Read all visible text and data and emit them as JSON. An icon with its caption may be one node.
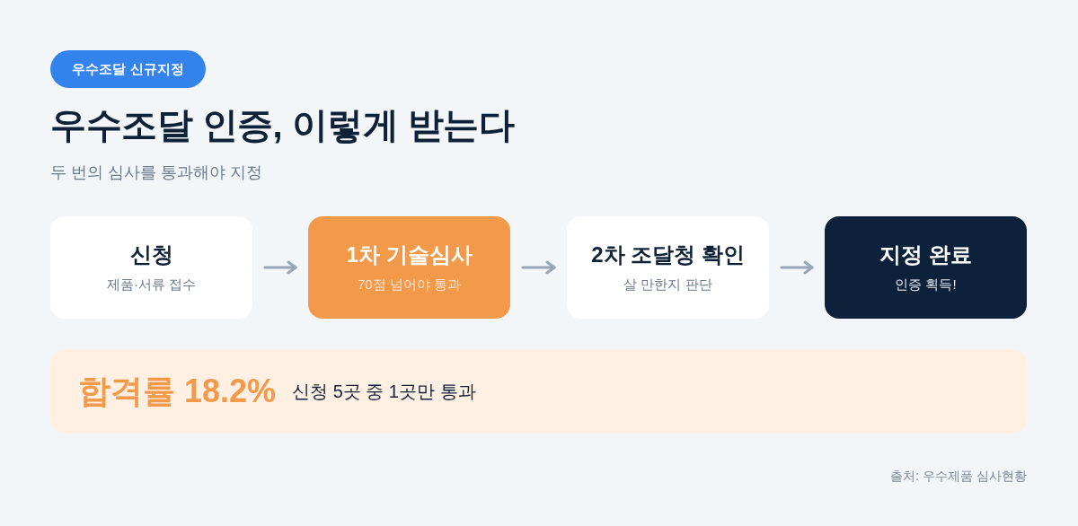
{
  "diagram": {
    "title": "우수조달 인증, 이렇게 받는다",
    "nodes": [
      {
        "text": [
          "우수조달 신규지정"
        ]
      },
      {
        "text": [
          "신청",
          "제품·서류 접수"
        ]
      },
      {
        "text": [
          "1차 기술심사",
          "70점 넘어야 통과"
        ]
      },
      {
        "text": [
          "2차 조달청 확인",
          "살 만한지 판단"
        ]
      },
      {
        "text": [
          "지정 완료",
          "인증 획득!"
        ]
      },
      {
        "text": [
          "합격률 18.2%",
          "신청 5곳 중 1곳만 통과"
        ]
      }
    ],
    "edges": [
      {
        "from": 1,
        "to": 2,
        "arrow": "to"
      },
      {
        "from": 2,
        "to": 3,
        "arrow": "to"
      },
      {
        "from": 3,
        "to": 4,
        "arrow": "to"
      }
    ],
    "labels": [
      "두 번의 심사를 통과해야 지정",
      "출처: 우수제품 심사현황"
    ]
  }
}
